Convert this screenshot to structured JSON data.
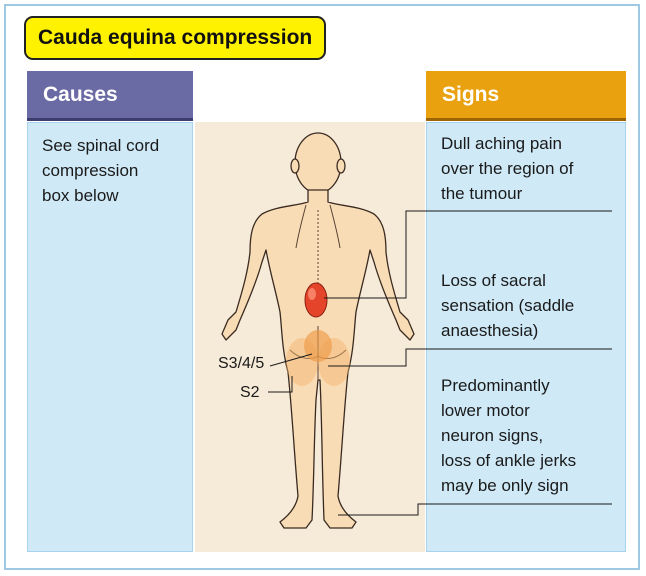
{
  "title": "Cauda equina compression",
  "causes": {
    "heading": "Causes",
    "text": "See spinal cord\ncompression\nbox below"
  },
  "signs": {
    "heading": "Signs",
    "items": [
      "Dull aching pain\nover the region of\nthe tumour",
      "Loss of sacral\nsensation (saddle\nanaesthesia)",
      "Predominantly\nlower motor\nneuron signs,\nloss of ankle jerks\nmay be only sign"
    ]
  },
  "dermatome_labels": [
    "S3/4/5",
    "S2"
  ],
  "colors": {
    "title_bg": "#fff200",
    "causes_header": "#6a6aa5",
    "signs_header": "#e9a10f",
    "column_bg": "#cfe9f7",
    "skin": "#f8dcb6",
    "tumour": "#e4452a",
    "dermatome_shading": "#f4b26a"
  }
}
